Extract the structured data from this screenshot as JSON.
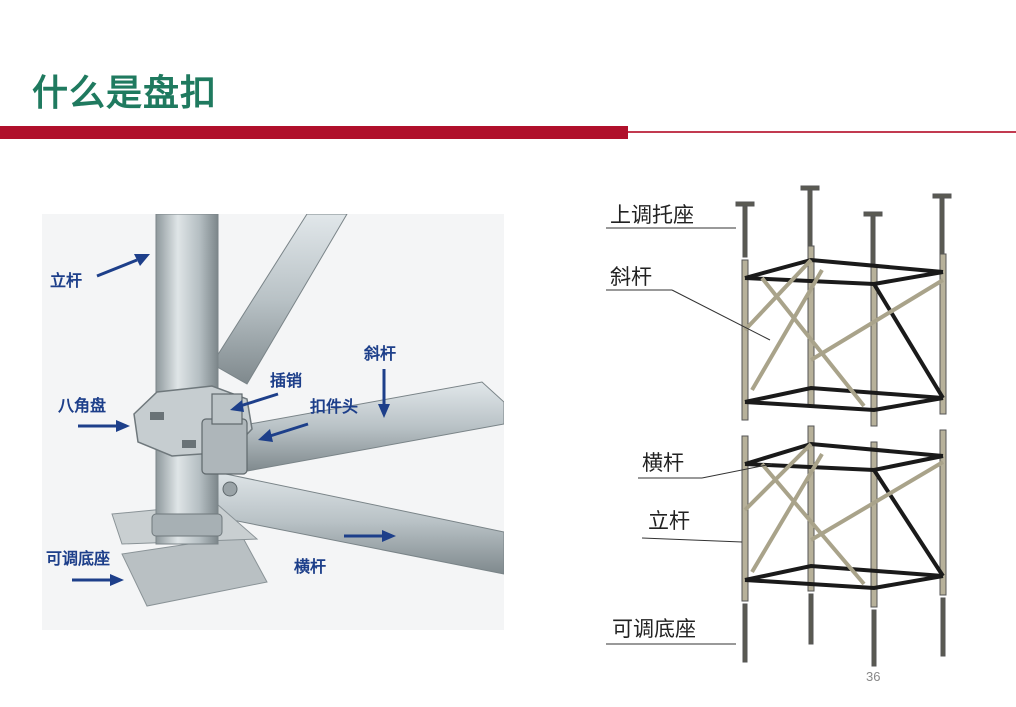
{
  "slide": {
    "title": "什么是盘扣",
    "page_number": "36"
  },
  "photo": {
    "labels": {
      "vertical_pole": "立杆",
      "diagonal_pole": "斜杆",
      "pin": "插销",
      "octagonal_disc": "八角盘",
      "coupler_head": "扣件头",
      "adjustable_base": "可调底座",
      "horizontal_pole": "横杆"
    }
  },
  "diagram": {
    "labels": {
      "top_jack": "上调托座",
      "diagonal": "斜杆",
      "horizontal": "横杆",
      "vertical": "立杆",
      "bottom_jack": "可调底座"
    }
  },
  "colors": {
    "title": "#1f7a5f",
    "accent_bar": "#b0102b",
    "photo_label": "#1d3f8a"
  }
}
